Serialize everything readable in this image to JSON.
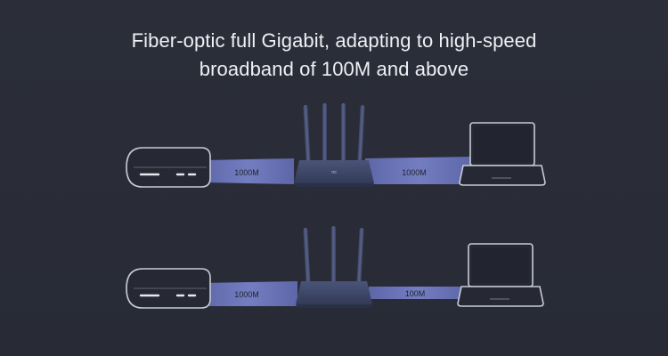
{
  "headline": {
    "line1": "Fiber-optic full Gigabit, adapting to high-speed",
    "line2": "broadband of 100M and above"
  },
  "rows": [
    {
      "router": "four-antenna router",
      "links": [
        {
          "label": "1000M"
        },
        {
          "label": "1000M"
        }
      ]
    },
    {
      "router": "three-antenna router",
      "links": [
        {
          "label": "1000M"
        },
        {
          "label": "100M"
        }
      ]
    }
  ],
  "colors": {
    "background": "#2a2d37",
    "link_band": "#6b75b8",
    "device_outline": "#c8ccd6",
    "router_body": "#3f4a6e"
  }
}
